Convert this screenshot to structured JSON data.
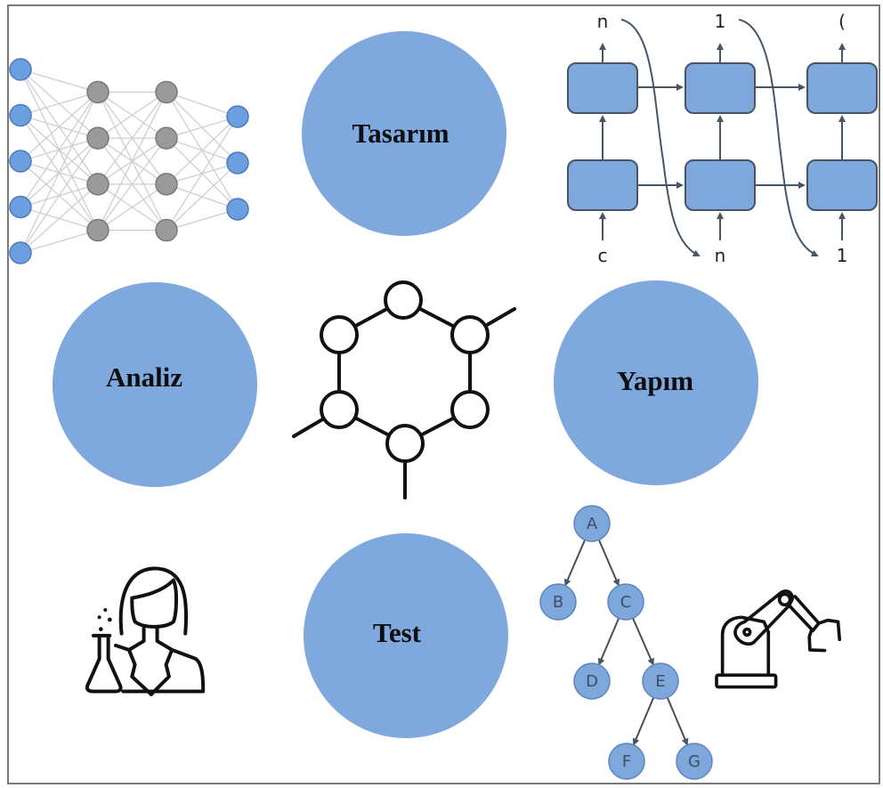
{
  "colors": {
    "phase_circle": "#7fa9dc",
    "nn_input_output": "#6b9fe0",
    "nn_hidden": "#9a9a9a",
    "nn_edge": "#cfcfcf",
    "rnn_box": "#7ea7dc",
    "rnn_stroke": "#475566",
    "tree_node": "#7ea7dc",
    "frame": "#7a7a7a"
  },
  "phases": [
    {
      "id": "tasarim",
      "label": "Tasarım"
    },
    {
      "id": "analiz",
      "label": "Analiz"
    },
    {
      "id": "yapim",
      "label": "Yapım"
    },
    {
      "id": "test",
      "label": "Test"
    }
  ],
  "neural_network": {
    "layers": [
      5,
      4,
      4,
      3
    ]
  },
  "rnn": {
    "top_labels": [
      "n",
      "1",
      "("
    ],
    "bottom_labels": [
      "c",
      "n",
      "1"
    ]
  },
  "tree": {
    "nodes": [
      "A",
      "B",
      "C",
      "D",
      "E",
      "F",
      "G"
    ],
    "edges": [
      [
        "A",
        "B"
      ],
      [
        "A",
        "C"
      ],
      [
        "C",
        "D"
      ],
      [
        "C",
        "E"
      ],
      [
        "E",
        "F"
      ],
      [
        "E",
        "G"
      ]
    ]
  },
  "icons": {
    "molecule": "molecule-hexagon-icon",
    "scientist": "scientist-flask-icon",
    "robot_arm": "robot-arm-icon"
  }
}
